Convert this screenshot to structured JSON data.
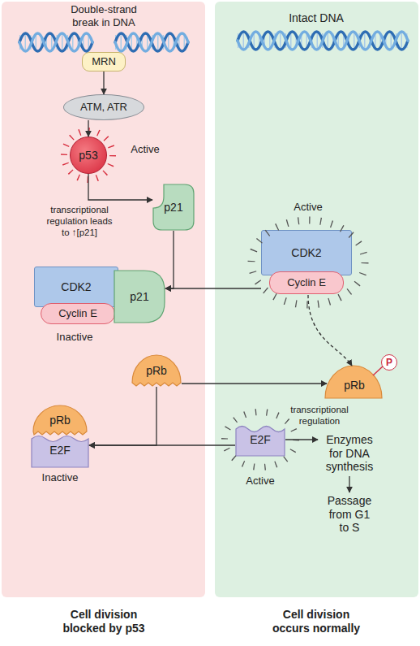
{
  "diagram": {
    "nodes": [
      {
        "text": [
          "Cell division blocked by p53"
        ]
      },
      {
        "text": [
          "Cell division occurs normally"
        ]
      },
      {
        "text": [
          "MRN"
        ],
        "in": 0
      },
      {
        "text": [
          "ATM, ATR"
        ],
        "in": 0
      },
      {
        "text": [
          "p53",
          "Active"
        ],
        "in": 0
      },
      {
        "text": [
          "p21"
        ],
        "in": 0
      },
      {
        "text": [
          "Inactive"
        ],
        "in": 0
      },
      {
        "text": [
          "CDK2"
        ],
        "in": 6
      },
      {
        "text": [
          "Cyclin E"
        ],
        "in": 6
      },
      {
        "text": [
          "p21"
        ],
        "in": 6
      },
      {
        "text": [
          "Active"
        ],
        "in": 1
      },
      {
        "text": [
          "CDK2"
        ],
        "in": 10
      },
      {
        "text": [
          "Cyclin E"
        ],
        "in": 10
      },
      {
        "text": [
          "pRb"
        ],
        "in": 0
      },
      {
        "text": [
          "pRb"
        ],
        "in": 1
      },
      {
        "text": [
          "P"
        ],
        "in": 14
      },
      {
        "text": [
          "Inactive"
        ],
        "in": 0
      },
      {
        "text": [
          "pRb"
        ],
        "in": 16
      },
      {
        "text": [
          "E2F"
        ],
        "in": 16
      },
      {
        "text": [
          "E2F",
          "Active"
        ],
        "in": 1
      },
      {
        "text": [
          "Enzymes for DNA synthesis"
        ],
        "in": 1
      },
      {
        "text": [
          "Passage from G1 to S"
        ],
        "in": 1
      }
    ],
    "edges": [
      {
        "from": 2,
        "to": 3,
        "arrow": "to"
      },
      {
        "from": 3,
        "to": 4,
        "arrow": "to"
      },
      {
        "from": 4,
        "to": 5,
        "label": "transcriptional regulation leads to ↑[p21]",
        "arrow": "to"
      },
      {
        "from": 5,
        "to": 6,
        "arrow": "to"
      },
      {
        "from": 10,
        "to": 6,
        "arrow": "to"
      },
      {
        "from": 10,
        "to": 14,
        "arrow": "to"
      },
      {
        "from": 13,
        "to": 14,
        "arrow": "to"
      },
      {
        "from": 13,
        "to": 16,
        "arrow": "to"
      },
      {
        "from": 19,
        "to": 16,
        "arrow": "to"
      },
      {
        "from": 19,
        "to": 20,
        "label": "transcriptional regulation",
        "arrow": "to"
      },
      {
        "from": 20,
        "to": 21,
        "arrow": "to"
      }
    ],
    "labels": [
      "Double-strand break in DNA",
      "Intact DNA"
    ]
  }
}
